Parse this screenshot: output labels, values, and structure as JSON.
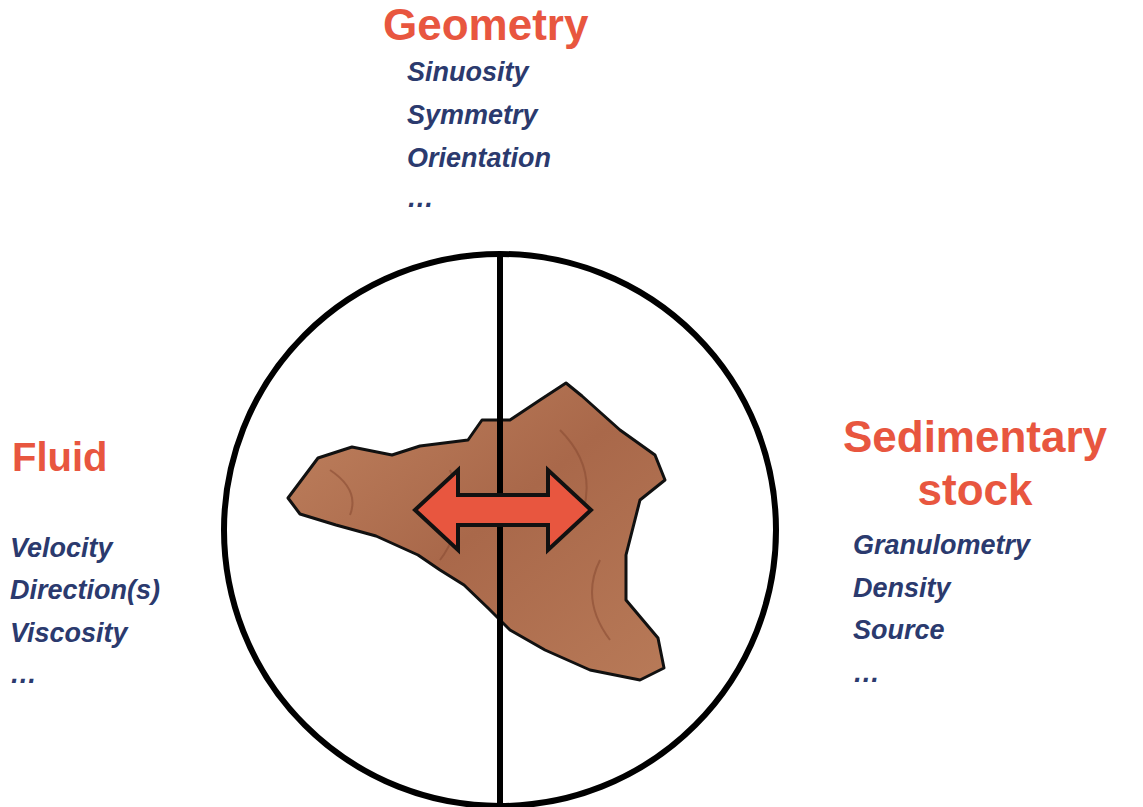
{
  "diagram": {
    "labels": [
      "Geometry",
      "Sinuosity",
      "Symmetry",
      "Orientation",
      "…",
      "Fluid",
      "Velocity",
      "Direction(s)",
      "Viscosity",
      "…",
      "Sedimentary stock",
      "Granulometry",
      "Density",
      "Source",
      "…"
    ]
  }
}
